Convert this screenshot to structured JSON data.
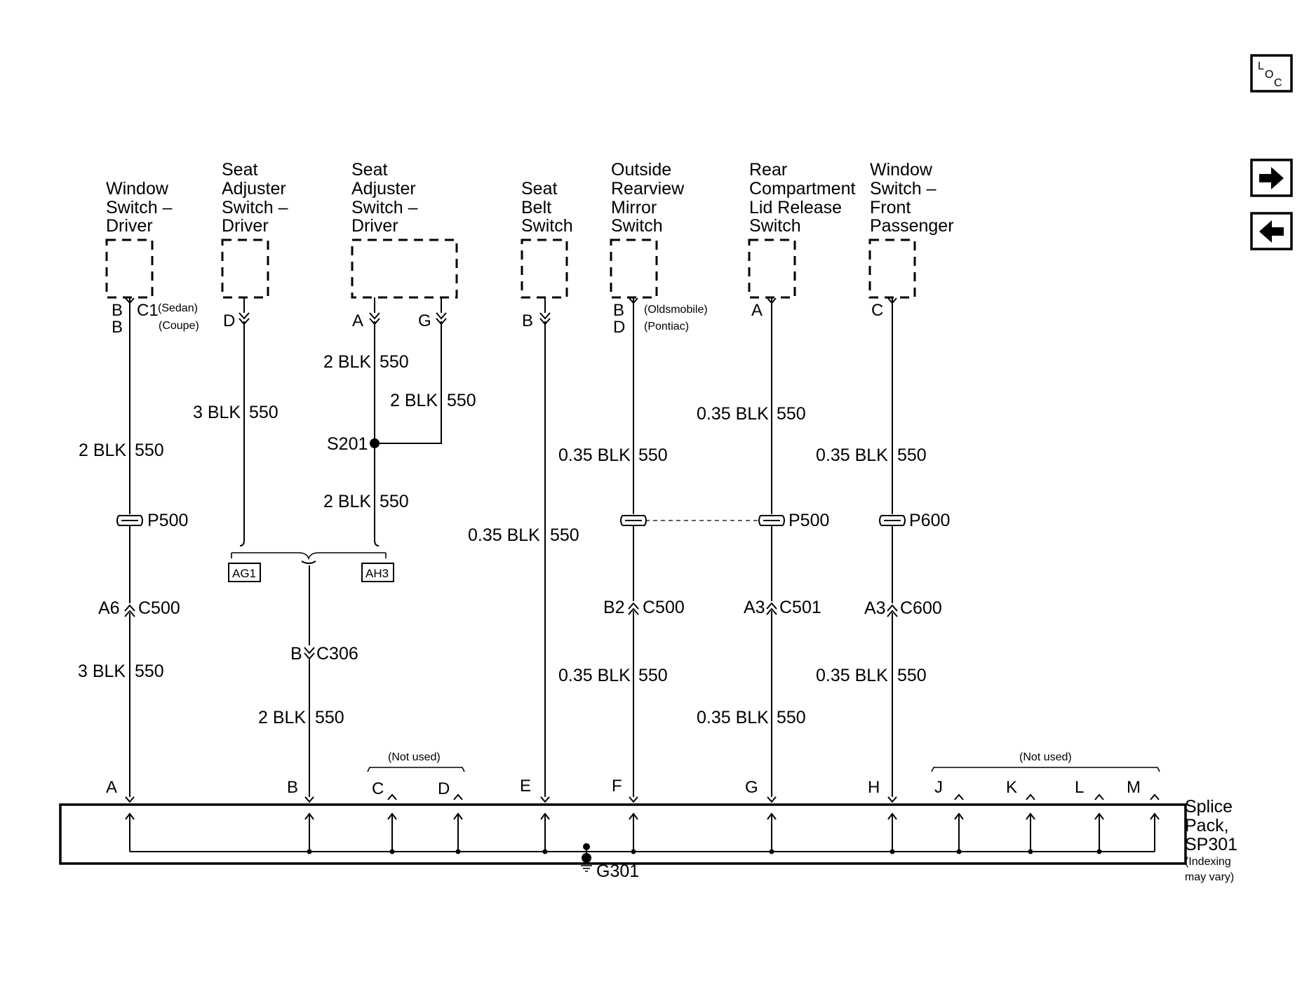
{
  "nav": {
    "loc_letters": [
      "L",
      "O",
      "C"
    ],
    "next_icon": "arrow-right-icon",
    "prev_icon": "arrow-left-icon"
  },
  "components": {
    "window_switch_driver": [
      "Window",
      "Switch –",
      "Driver"
    ],
    "seat_adjuster_driver_1": [
      "Seat",
      "Adjuster",
      "Switch –",
      "Driver"
    ],
    "seat_adjuster_driver_2": [
      "Seat",
      "Adjuster",
      "Switch –",
      "Driver"
    ],
    "seat_belt_switch": [
      "Seat",
      "Belt",
      "Switch"
    ],
    "outside_mirror_switch": [
      "Outside",
      "Rearview",
      "Mirror",
      "Switch"
    ],
    "rear_compartment_switch": [
      "Rear",
      "Compartment",
      "Lid Release",
      "Switch"
    ],
    "window_switch_front_passenger": [
      "Window",
      "Switch –",
      "Front",
      "Passenger"
    ]
  },
  "pins": {
    "c1_b1": "B",
    "c1_b2": "B",
    "c1": "C1",
    "sedan": "(Sedan)",
    "coupe": "(Coupe)",
    "seat1_d": "D",
    "seat2_a": "A",
    "seat2_g": "G",
    "belt_b": "B",
    "mirror_b": "B",
    "mirror_d": "D",
    "oldsmobile": "(Oldsmobile)",
    "pontiac": "(Pontiac)",
    "rear_a": "A",
    "pass_c": "C"
  },
  "wires": {
    "w1_upper_gauge": "2 BLK",
    "w1_upper_circ": "550",
    "w1_lower_gauge": "3 BLK",
    "w1_lower_circ": "550",
    "w2_gauge": "3 BLK",
    "w2_circ": "550",
    "w3a_gauge": "2 BLK",
    "w3a_circ": "550",
    "w3g_gauge": "2 BLK",
    "w3g_circ": "550",
    "w3b_gauge": "2 BLK",
    "w3b_circ": "550",
    "w4_gauge": "2 BLK",
    "w4_circ": "550",
    "w5_gauge": "0.35 BLK",
    "w5_circ": "550",
    "w6_upper_gauge": "0.35 BLK",
    "w6_upper_circ": "550",
    "w6_lower_gauge": "0.35 BLK",
    "w6_lower_circ": "550",
    "w7_upper_gauge": "0.35 BLK",
    "w7_upper_circ": "550",
    "w7_lower_gauge": "0.35 BLK",
    "w7_lower_circ": "550",
    "w8_upper_gauge": "0.35 BLK",
    "w8_upper_circ": "550",
    "w8_lower_gauge": "0.35 BLK",
    "w8_lower_circ": "550"
  },
  "connectors": {
    "p500_left": "P500",
    "a6": "A6",
    "c500_left": "C500",
    "s201": "S201",
    "ag1": "AG1",
    "ah3": "AH3",
    "b_c306": "B",
    "c306": "C306",
    "b2": "B2",
    "c500_mid": "C500",
    "a3_c501": "A3",
    "c501": "C501",
    "p500_right": "P500",
    "a3_c600": "A3",
    "c600": "C600",
    "p600": "P600"
  },
  "splice_pack": {
    "pins": [
      "A",
      "B",
      "C",
      "D",
      "E",
      "F",
      "G",
      "H",
      "J",
      "K",
      "L",
      "M"
    ],
    "not_used_1": "(Not used)",
    "not_used_2": "(Not used)",
    "name": [
      "Splice",
      "Pack,",
      "SP301"
    ],
    "note": [
      "(Indexing",
      "may vary)"
    ],
    "ground": "G301"
  }
}
